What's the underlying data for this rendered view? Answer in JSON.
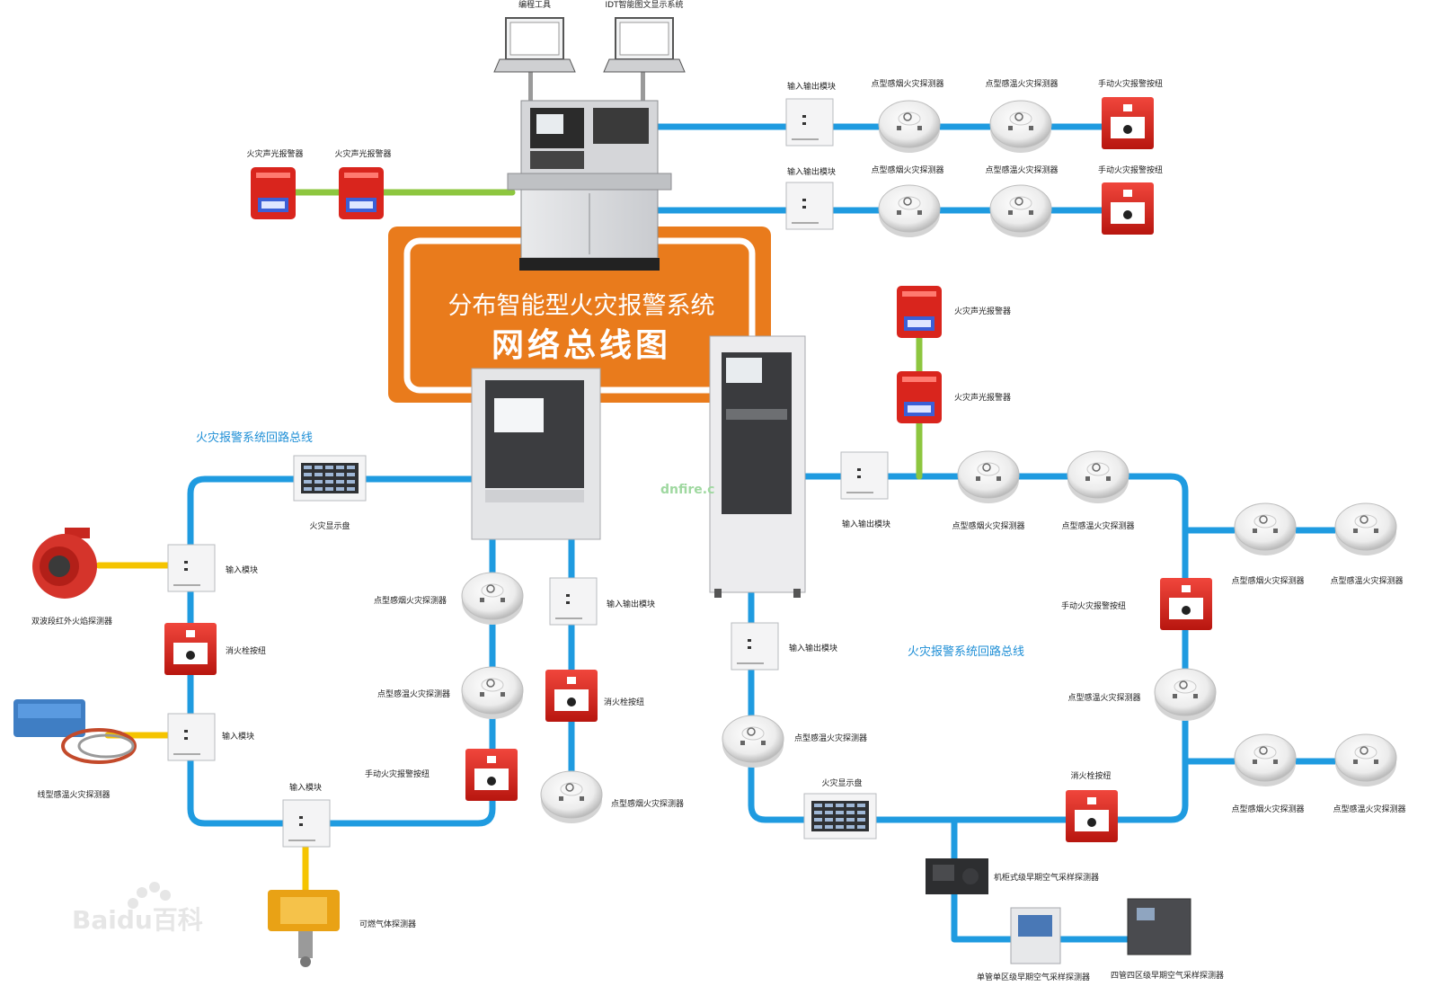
{
  "title": {
    "line1": "分布智能型火灾报警系统",
    "line2": "网络总线图"
  },
  "bus_labels": {
    "left": "火灾报警系统回路总线",
    "right": "火灾报警系统回路总线"
  },
  "workstations": {
    "programming_tool": "编程工具",
    "display_system": "IDT智能图文显示系统"
  },
  "top_right_rows": {
    "io_module": "输入输出模块",
    "smoke_detector": "点型感烟火灾探测器",
    "heat_detector": "点型感温火灾探测器",
    "manual_button": "手动火灾报警按纽"
  },
  "top_left_alarms": {
    "alarm1": "火灾声光报警器",
    "alarm2": "火灾声光报警器"
  },
  "left_loop": {
    "display_panel": "火灾显示盘",
    "input_module_1": "输入模块",
    "flame_detector": "双波段红外火焰探测器",
    "hydrant_button": "消火栓按纽",
    "input_module_2": "输入模块",
    "linear_heat": "线型感温火灾探测器",
    "input_module_3": "输入模块",
    "gas_detector": "可燃气体探测器",
    "manual_button": "手动火灾报警按纽",
    "heat_detector": "点型感温火灾探测器",
    "smoke_detector": "点型感烟火灾探测器"
  },
  "center_branch": {
    "io_module": "输入输出模块",
    "hydrant_button": "消火栓按纽",
    "smoke_detector": "点型感烟火灾探测器"
  },
  "right_loop": {
    "sound_alarm_1": "火灾声光报警器",
    "sound_alarm_2": "火灾声光报警器",
    "io_module_top": "输入输出模块",
    "smoke_detector_top": "点型感烟火灾探测器",
    "heat_detector_top": "点型感温火灾探测器",
    "branch1_smoke": "点型感烟火灾探测器",
    "branch1_heat": "点型感温火灾探测器",
    "manual_button": "手动火灾报警按纽",
    "heat_detector_side": "点型感温火灾探测器",
    "branch2_smoke": "点型感烟火灾探测器",
    "branch2_heat": "点型感温火灾探测器",
    "io_module_left": "输入输出模块",
    "heat_detector_left": "点型感温火灾探测器",
    "display_panel": "火灾显示盘",
    "hydrant_button": "消火栓按纽",
    "cabinet_asd": "机柜式级早期空气采样探测器",
    "single_pipe_asd": "单管单区级早期空气采样探测器",
    "four_pipe_asd": "四管四区级早期空气采样探测器"
  },
  "watermarks": {
    "dnfire": "dnfire.c",
    "baidu": "Baidu百科"
  },
  "colors": {
    "bus_blue": "#1f9be0",
    "signal_green": "#8dc63f",
    "signal_yellow": "#f5c400",
    "banner_orange": "#e97b1c",
    "device_red": "#d9251d"
  }
}
